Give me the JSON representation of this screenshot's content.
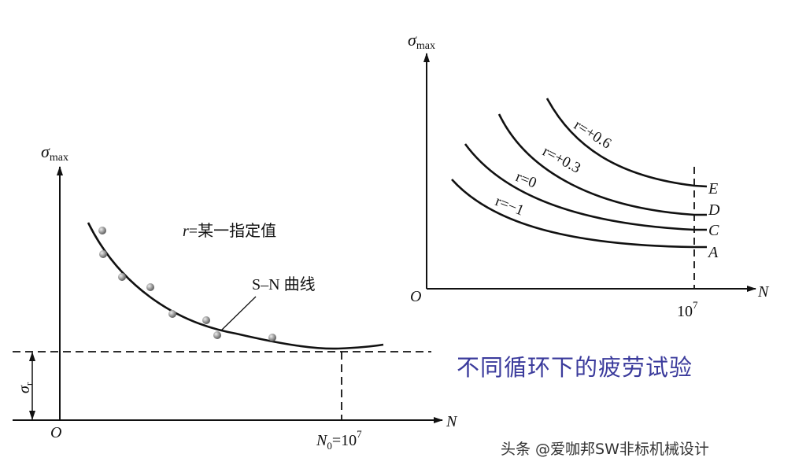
{
  "left_diagram": {
    "y_axis_symbol": "σ",
    "y_axis_subscript": "max",
    "x_axis_label": "N",
    "origin_label": "O",
    "condition_label_var": "r",
    "condition_label_text": "=某一指定值",
    "curve_label": "S–N 曲线",
    "endurance_symbol": "σ",
    "endurance_subscript": "r",
    "n0_label_var": "N",
    "n0_label_sub": "0",
    "n0_label_eq": "=10",
    "n0_label_exp": "7"
  },
  "right_diagram": {
    "y_axis_symbol": "σ",
    "y_axis_subscript": "max",
    "x_axis_label": "N",
    "origin_label": "O",
    "tick_base": "10",
    "tick_exp": "7",
    "curves": [
      {
        "ratio_label": "r=+0.6",
        "end_label": "E"
      },
      {
        "ratio_label": "r=+0.3",
        "end_label": "D"
      },
      {
        "ratio_label": "r=0",
        "end_label": "C"
      },
      {
        "ratio_label": "r=−1",
        "end_label": "A"
      }
    ]
  },
  "caption": {
    "text": "不同循环下的疲劳试验",
    "color": "#3b3b9c"
  },
  "watermark": {
    "text": "头条 @爱咖邦SW非标机械设计"
  }
}
